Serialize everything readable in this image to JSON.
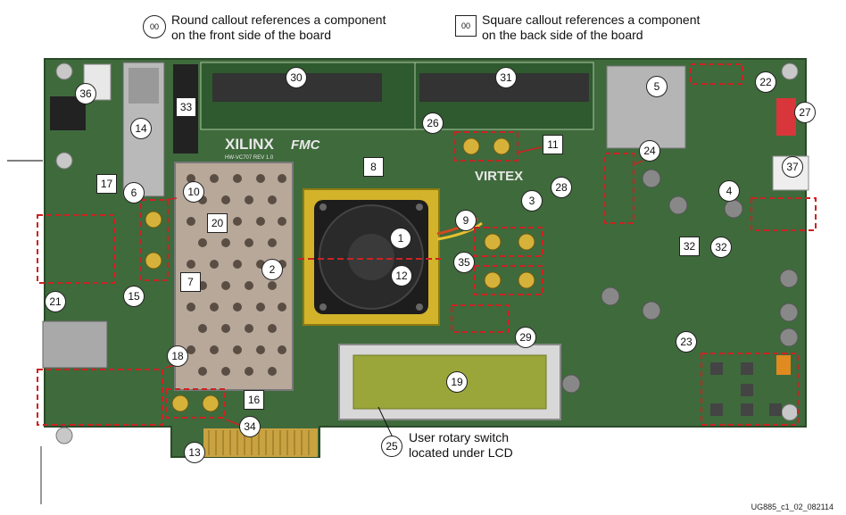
{
  "legend": {
    "round_symbol": "00",
    "round_line1": "Round callout references a component",
    "round_line2": "on the front side of the board",
    "square_symbol": "00",
    "square_line1": "Square callout references a component",
    "square_line2": "on the back side of the board"
  },
  "board_text": {
    "brand": "XILINX",
    "fmc": "FMC",
    "rev": "HW-VC707 REV 1.0",
    "chip": "VIRTEX"
  },
  "callouts": [
    {
      "id": "c30",
      "label": "30",
      "shape": "round"
    },
    {
      "id": "c31",
      "label": "31",
      "shape": "round"
    },
    {
      "id": "c5",
      "label": "5",
      "shape": "round"
    },
    {
      "id": "c22",
      "label": "22",
      "shape": "round"
    },
    {
      "id": "c36",
      "label": "36",
      "shape": "round"
    },
    {
      "id": "c33",
      "label": "33",
      "shape": "square"
    },
    {
      "id": "c27",
      "label": "27",
      "shape": "round"
    },
    {
      "id": "c14",
      "label": "14",
      "shape": "round"
    },
    {
      "id": "c26",
      "label": "26",
      "shape": "round"
    },
    {
      "id": "c11",
      "label": "11",
      "shape": "square"
    },
    {
      "id": "c24",
      "label": "24",
      "shape": "round"
    },
    {
      "id": "c8",
      "label": "8",
      "shape": "square"
    },
    {
      "id": "c37",
      "label": "37",
      "shape": "round"
    },
    {
      "id": "c17",
      "label": "17",
      "shape": "square"
    },
    {
      "id": "c6",
      "label": "6",
      "shape": "round"
    },
    {
      "id": "c10",
      "label": "10",
      "shape": "round"
    },
    {
      "id": "c28",
      "label": "28",
      "shape": "round"
    },
    {
      "id": "c3",
      "label": "3",
      "shape": "round"
    },
    {
      "id": "c4",
      "label": "4",
      "shape": "round"
    },
    {
      "id": "c20",
      "label": "20",
      "shape": "square"
    },
    {
      "id": "c9",
      "label": "9",
      "shape": "round"
    },
    {
      "id": "c1",
      "label": "1",
      "shape": "round"
    },
    {
      "id": "c32a",
      "label": "32",
      "shape": "square"
    },
    {
      "id": "c32b",
      "label": "32",
      "shape": "round"
    },
    {
      "id": "c2",
      "label": "2",
      "shape": "round"
    },
    {
      "id": "c35",
      "label": "35",
      "shape": "round"
    },
    {
      "id": "c12",
      "label": "12",
      "shape": "round"
    },
    {
      "id": "c7",
      "label": "7",
      "shape": "square"
    },
    {
      "id": "c21",
      "label": "21",
      "shape": "round"
    },
    {
      "id": "c15",
      "label": "15",
      "shape": "round"
    },
    {
      "id": "c29",
      "label": "29",
      "shape": "round"
    },
    {
      "id": "c23",
      "label": "23",
      "shape": "round"
    },
    {
      "id": "c18",
      "label": "18",
      "shape": "round"
    },
    {
      "id": "c19",
      "label": "19",
      "shape": "round"
    },
    {
      "id": "c16",
      "label": "16",
      "shape": "square"
    },
    {
      "id": "c34",
      "label": "34",
      "shape": "round"
    },
    {
      "id": "c25",
      "label": "25",
      "shape": "round"
    },
    {
      "id": "c13",
      "label": "13",
      "shape": "round"
    }
  ],
  "rotary_note": {
    "line1": "User rotary switch",
    "line2": "located under LCD"
  },
  "figure_id": "UG885_c1_02_082114",
  "colors": {
    "pcb": "#3f6a3c",
    "highlight": "#cc2222",
    "callout_border": "#222222",
    "lcd": "#9ba63a",
    "heatsink": "#d2b32a",
    "shield": "#b7a89a"
  }
}
